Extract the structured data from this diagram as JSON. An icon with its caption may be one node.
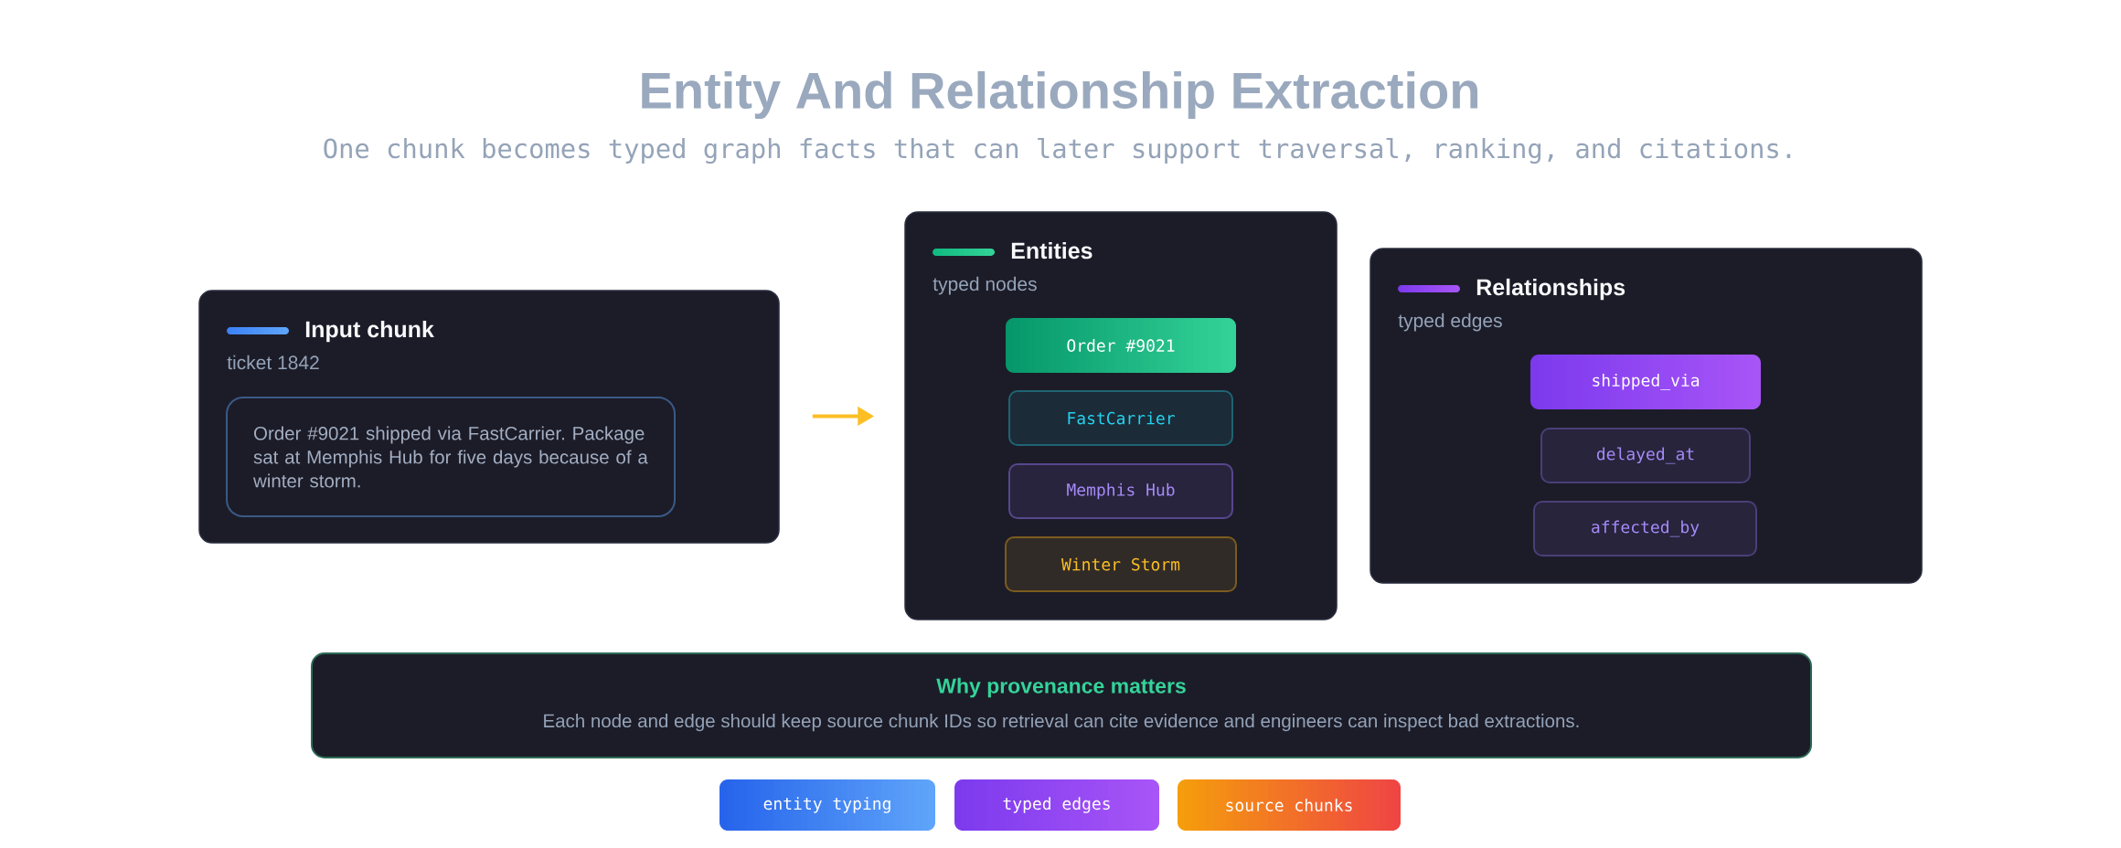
{
  "diagram": {
    "title": "Entity And Relationship Extraction",
    "nodes": [
      {
        "text": [
          "Input chunk",
          "ticket 1842"
        ]
      },
      {
        "text": [
          "Order #9021 shipped via FastCarrier. Package sat at Memphis Hub for five days because of a winter storm."
        ],
        "in": 0
      },
      {
        "text": [
          "Entities",
          "typed nodes"
        ]
      },
      {
        "text": [
          "Order #9021"
        ],
        "in": 2
      },
      {
        "text": [
          "FastCarrier"
        ],
        "in": 2
      },
      {
        "text": [
          "Memphis Hub"
        ],
        "in": 2
      },
      {
        "text": [
          "Winter Storm"
        ],
        "in": 2
      },
      {
        "text": [
          "Relationships",
          "typed edges"
        ]
      },
      {
        "text": [
          "shipped_via"
        ],
        "in": 7
      },
      {
        "text": [
          "delayed_at"
        ],
        "in": 7
      },
      {
        "text": [
          "affected_by"
        ],
        "in": 7
      },
      {
        "text": [
          "Why provenance matters",
          "Each node and edge should keep source chunk IDs so retrieval can cite evidence and engineers can inspect bad extractions."
        ]
      },
      {
        "text": [
          "entity typing"
        ]
      },
      {
        "text": [
          "typed edges"
        ]
      },
      {
        "text": [
          "source chunks"
        ]
      }
    ],
    "edges": [
      {
        "from": 0,
        "to": 2,
        "arrow": "to"
      }
    ],
    "labels": [
      "One chunk becomes typed graph facts that can later support traversal, ranking, and citations."
    ]
  }
}
